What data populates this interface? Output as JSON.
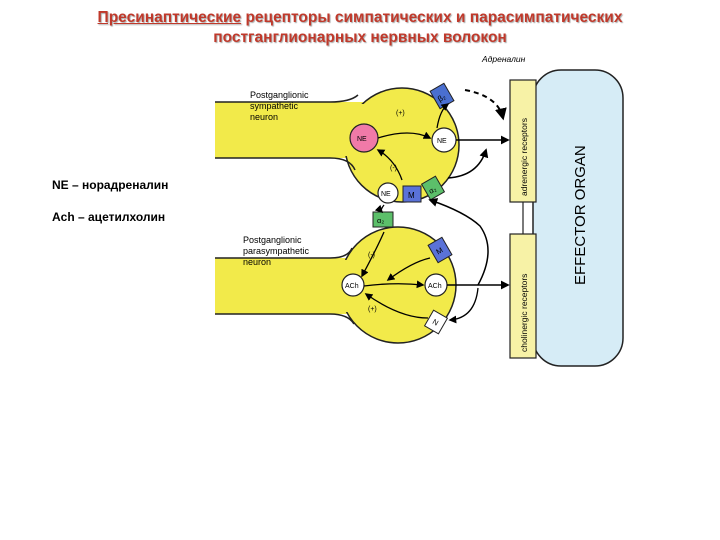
{
  "title": {
    "underlined": "Пресинаптические",
    "line1_rest": " рецепторы симпатических и парасимпатических",
    "line2": "постганглионарных нервных волокон"
  },
  "adrenaline_label": "Адреналин",
  "legend": {
    "ne": "NE – норадреналин",
    "ach": "Ach – ацетилхолин"
  },
  "diagram": {
    "symp_neuron_label": [
      "Postganglionic",
      "sympathetic",
      "neuron"
    ],
    "para_neuron_label": [
      "Postganglionic",
      "parasympathetic",
      "neuron"
    ],
    "effector_label": "EFFECTOR ORGAN",
    "adrenergic_label": "adrenergic receptors",
    "cholinergic_label": "cholinergic receptors",
    "ne": "NE",
    "ach": "ACh",
    "m": "M",
    "n": "N",
    "alpha2": "α₂",
    "beta2": "β₂",
    "plus": "(+)",
    "minus": "(-)",
    "colors": {
      "neuron": "#f2ea4a",
      "ne_vesicle": "#f07aa8",
      "effector": "#d6ecf6",
      "receptor_bar": "#f7f2a6",
      "beta": "#4a6fd0",
      "alpha": "#5cbf6a",
      "m": "#5a72d8",
      "title": "#c0392b"
    }
  }
}
